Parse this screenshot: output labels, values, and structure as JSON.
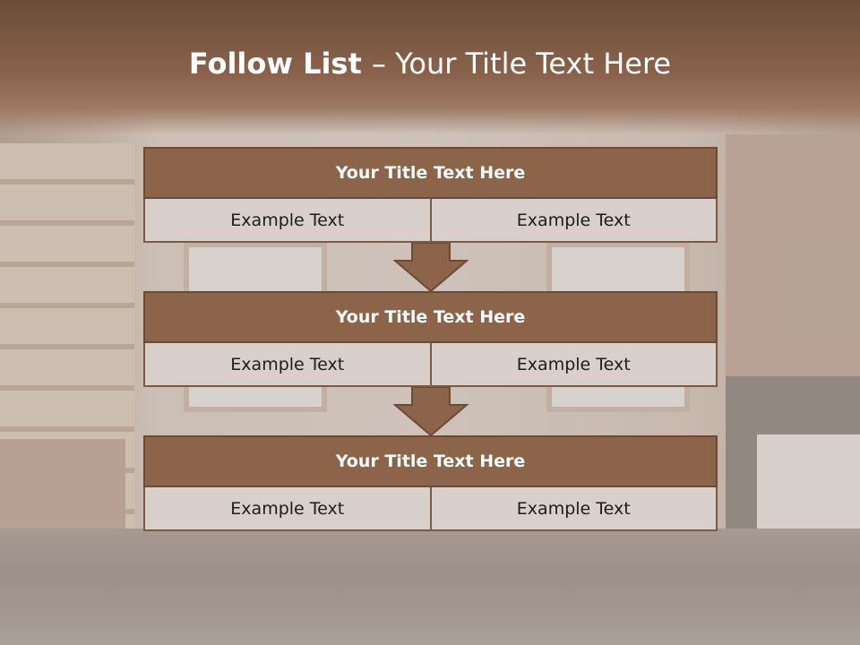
{
  "slide": {
    "title_bold": "Follow List ",
    "title_rest": " – Your Title Text Here",
    "blocks": [
      {
        "title": "Your Title Text Here",
        "left": "Example Text",
        "right": "Example Text"
      },
      {
        "title": "Your Title Text Here",
        "left": "Example Text",
        "right": "Example Text"
      },
      {
        "title": "Your Title Text Here",
        "left": "Example Text",
        "right": "Example Text"
      }
    ]
  },
  "colors": {
    "header_fill": "#8b6449",
    "cell_fill": "#d9d0cb",
    "title_bar": "#7a5640"
  },
  "icons": [
    "down-arrow-icon",
    "down-arrow-icon"
  ]
}
